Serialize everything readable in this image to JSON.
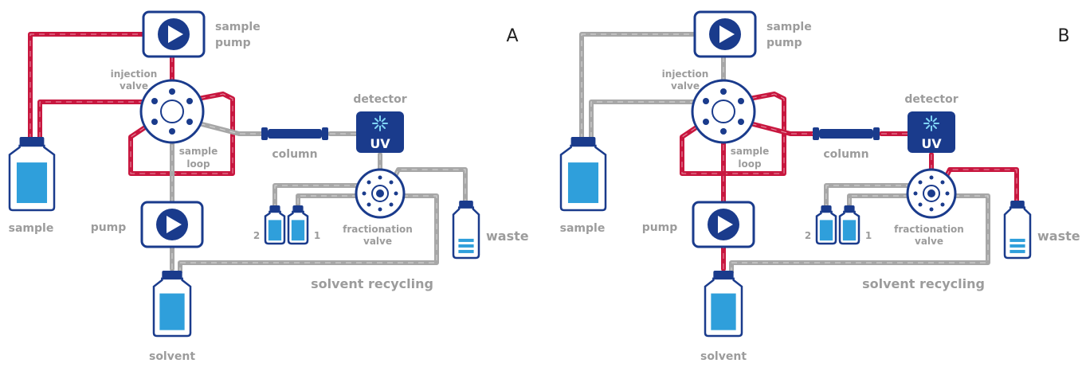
{
  "colors": {
    "active_flow": "#c8173f",
    "idle_flow": "#a7a7a7",
    "component_blue": "#1a3b8c",
    "liquid": "#2f9fdb",
    "label_gray": "#9c9c9c"
  },
  "icons": [
    "pump-play-icon",
    "uv-detector-star-icon",
    "bottle-icon",
    "column-icon",
    "valve-icon"
  ],
  "panels": [
    {
      "letter": "A",
      "labels": {
        "sample_pump_line1": "sample",
        "sample_pump_line2": "pump",
        "injection_line1": "injection",
        "injection_line2": "valve",
        "detector": "detector",
        "uv": "UV",
        "column": "column",
        "sample_loop_line1": "sample",
        "sample_loop_line2": "loop",
        "sample": "sample",
        "pump": "pump",
        "fraction_2": "2",
        "fraction_1": "1",
        "fractionation_line1": "fractionation",
        "fractionation_line2": "valve",
        "waste": "waste",
        "solvent_recycling": "solvent recycling",
        "solvent": "solvent"
      }
    },
    {
      "letter": "B",
      "labels": {
        "sample_pump_line1": "sample",
        "sample_pump_line2": "pump",
        "injection_line1": "injection",
        "injection_line2": "valve",
        "detector": "detector",
        "uv": "UV",
        "column": "column",
        "sample_loop_line1": "sample",
        "sample_loop_line2": "loop",
        "sample": "sample",
        "pump": "pump",
        "fraction_2": "2",
        "fraction_1": "1",
        "fractionation_line1": "fractionation",
        "fractionation_line2": "valve",
        "waste": "waste",
        "solvent_recycling": "solvent recycling",
        "solvent": "solvent"
      }
    }
  ]
}
